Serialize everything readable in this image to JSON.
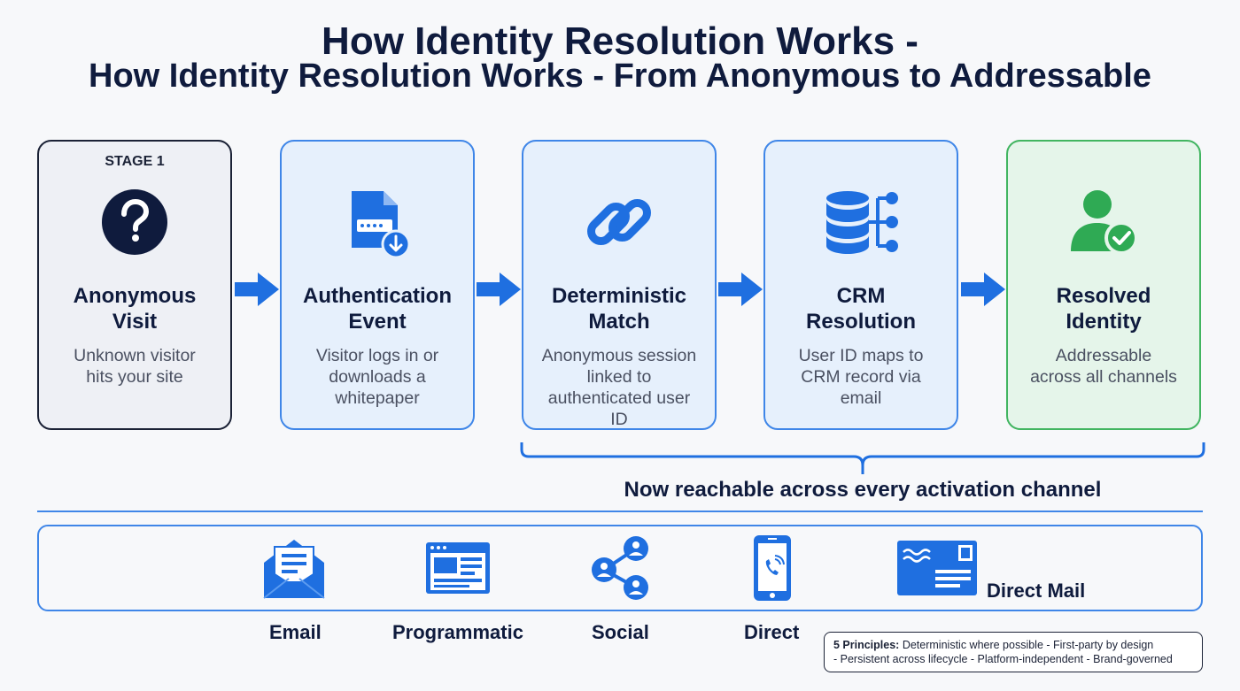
{
  "header": {
    "title_line1": "How Identity Resolution Works -",
    "title_line2": "How Identity Resolution Works - From Anonymous to Addressable"
  },
  "stages": [
    {
      "label": "STAGE 1",
      "icon": "question-icon",
      "title_1": "Anonymous",
      "title_2": "Visit",
      "desc_1": "Unknown visitor",
      "desc_2": "hits your site",
      "desc_3": "",
      "desc_4": ""
    },
    {
      "label": "",
      "icon": "document-download-icon",
      "title_1": "Authentication",
      "title_2": "Event",
      "desc_1": "Visitor logs in or",
      "desc_2": "downloads a",
      "desc_3": "whitepaper",
      "desc_4": ""
    },
    {
      "label": "",
      "icon": "link-icon",
      "title_1": "Deterministic",
      "title_2": "Match",
      "desc_1": "Anonymous session",
      "desc_2": "linked to",
      "desc_3": "authenticated user",
      "desc_4": "ID"
    },
    {
      "label": "",
      "icon": "database-network-icon",
      "title_1": "CRM",
      "title_2": "Resolution",
      "desc_1": "User ID maps to",
      "desc_2": "CRM record via",
      "desc_3": "email",
      "desc_4": ""
    },
    {
      "label": "",
      "icon": "user-check-icon",
      "title_1": "Resolved",
      "title_2": "Identity",
      "desc_1": "Addressable",
      "desc_2": "across all channels",
      "desc_3": "",
      "desc_4": ""
    }
  ],
  "reach_caption": "Now reachable across every activation channel",
  "channels": [
    {
      "label": "Email",
      "icon": "envelope-icon"
    },
    {
      "label": "Programmatic",
      "icon": "browser-window-icon"
    },
    {
      "label": "Social",
      "icon": "share-network-icon"
    },
    {
      "label": "Direct",
      "icon": "phone-icon"
    },
    {
      "label": "Direct Mail",
      "icon": "postcard-icon"
    }
  ],
  "principles": {
    "label": "5 Principles:",
    "line1": "Deterministic where possible - First-party by design",
    "line2": "- Persistent across lifecycle - Platform-independent - Brand-governed"
  },
  "colors": {
    "navy": "#0f1b3d",
    "blue": "#3f86e8",
    "icon_blue": "#1f6fe0",
    "green": "#42b561",
    "stage1_bg": "#eef0f5",
    "blue_bg": "#e6f0fc",
    "green_bg": "#e5f5ea"
  }
}
